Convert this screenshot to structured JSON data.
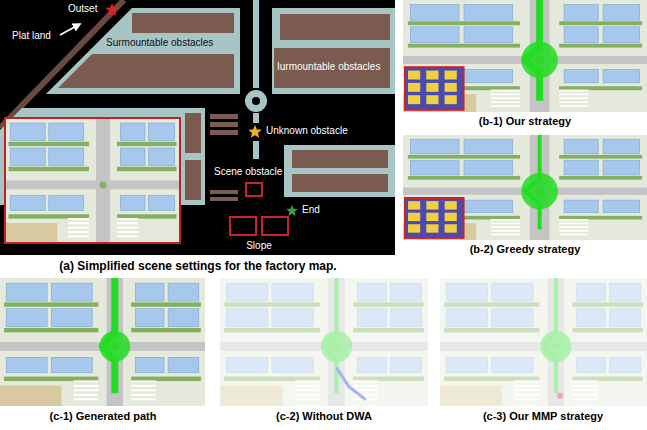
{
  "diagram": {
    "labels": [
      "Outset",
      "Plat land",
      "Surmountable obstacles",
      "Iurmountable obstacles",
      "Unknown obstacle",
      "Scene obstacle",
      "End",
      "Slope",
      "(a) Simplified scene settings for the factory map.",
      "(b-1) Our strategy",
      "(b-2) Greedy strategy",
      "(c-1) Generated path",
      "(c-2) Without DWA",
      "(c-3) Our MMP strategy"
    ]
  }
}
